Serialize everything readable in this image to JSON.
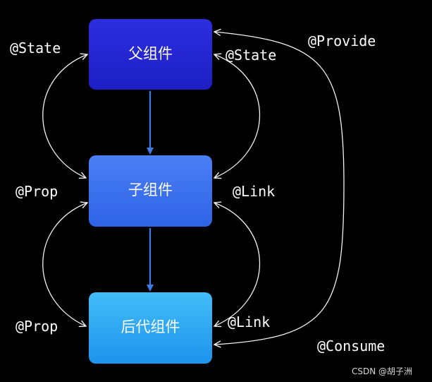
{
  "nodes": {
    "parent": "父组件",
    "child": "子组件",
    "descendant": "后代组件"
  },
  "labels": {
    "state_left": "@State",
    "state_right": "@State",
    "provide": "@Provide",
    "prop_top": "@Prop",
    "link_top": "@Link",
    "prop_bottom": "@Prop",
    "link_bottom": "@Link",
    "consume": "@Consume"
  },
  "watermark": "CSDN @胡子洲",
  "colors": {
    "background": "#000000",
    "parent_fill": "#2426d4",
    "child_fill": "#3d72f0",
    "descendant_fill": "#2fa6f2",
    "flow_arrow": "#3d7ce6",
    "curve_arrow": "#f2f2f2",
    "text": "#ffffff"
  }
}
